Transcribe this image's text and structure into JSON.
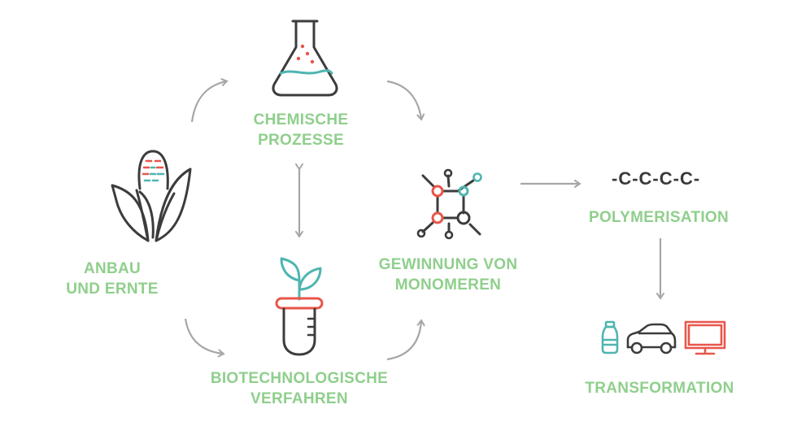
{
  "colors": {
    "label_green": "#8fcf8c",
    "line_dark": "#3c3c3c",
    "accent_red": "#e8564a",
    "accent_teal": "#4fb5b0",
    "arrow_gray": "#a6a6a6"
  },
  "icons": {
    "corn": "corn-icon",
    "flask": "flask-icon",
    "test_tube": "seedling-test-tube-icon",
    "molecule": "molecule-icon",
    "bottle": "bottle-icon",
    "car": "car-icon",
    "monitor": "monitor-icon"
  },
  "stages": {
    "anbau": {
      "line1": "ANBAU",
      "line2": "UND ERNTE"
    },
    "chemische": {
      "line1": "CHEMISCHE",
      "line2": "PROZESSE"
    },
    "bio": {
      "line1": "BIOTECHNOLOGISCHE",
      "line2": "VERFAHREN"
    },
    "gewinnung": {
      "line1": "GEWINNUNG VON",
      "line2": "MONOMEREN"
    },
    "polymer": {
      "formula": "-C-C-C-C-",
      "label": "POLYMERISATION"
    },
    "transformation": {
      "label": "TRANSFORMATION"
    }
  }
}
